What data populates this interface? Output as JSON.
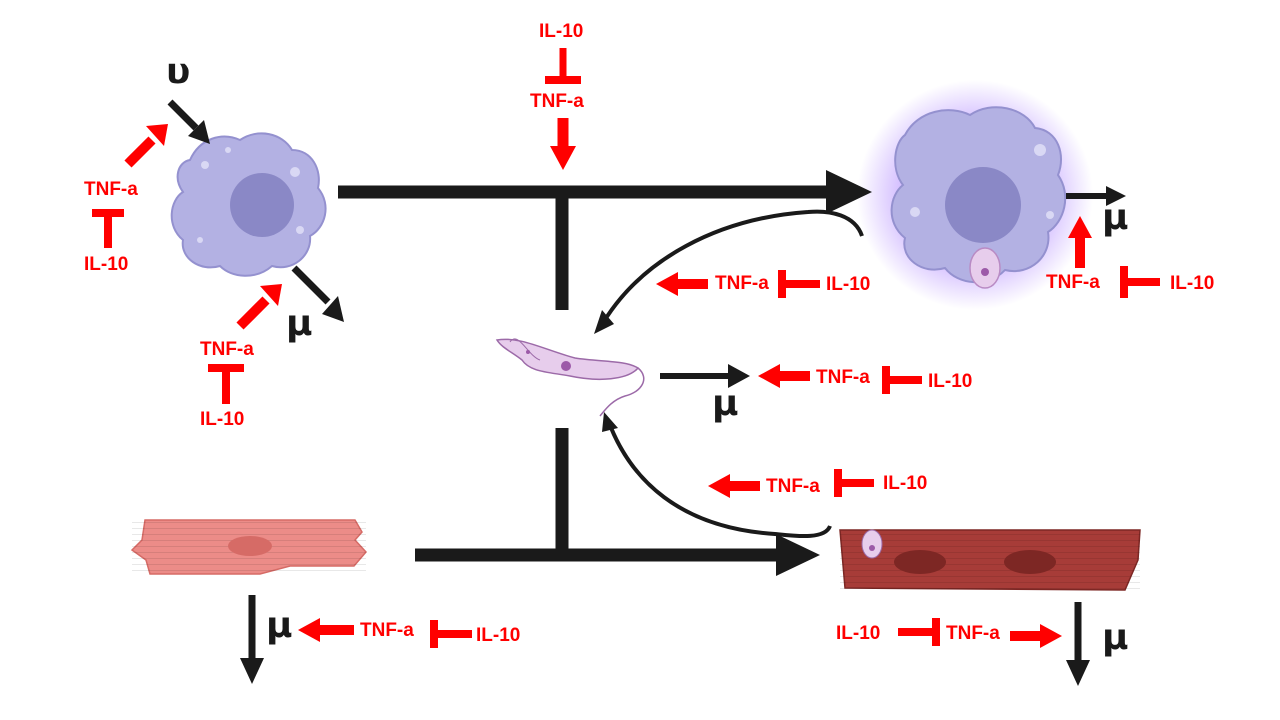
{
  "labels": {
    "tnf": "TNF-a",
    "il10": "IL-10",
    "mu": "μ",
    "upsilon": "υ"
  },
  "colors": {
    "regulator": "#ff0000",
    "flux_arrow": "#1a1a1a",
    "macrophage": "#b3b1e3",
    "macrophage_nucleus": "#8a88c6",
    "infected_glow": "#a070ff",
    "cardiomyocyte": "#ec8c88",
    "infected_cardiomyocyte": "#a73c38",
    "parasite": "#e7cdec"
  },
  "nodes": [
    {
      "id": "macrophage",
      "icon": "macrophage-cell-icon"
    },
    {
      "id": "infected-macrophage",
      "icon": "infected-macrophage-icon"
    },
    {
      "id": "trypanosome",
      "icon": "trypanosome-parasite-icon"
    },
    {
      "id": "cardiomyocyte",
      "icon": "cardiomyocyte-icon"
    },
    {
      "id": "infected-cardiomyocyte",
      "icon": "infected-cardiomyocyte-icon"
    }
  ]
}
